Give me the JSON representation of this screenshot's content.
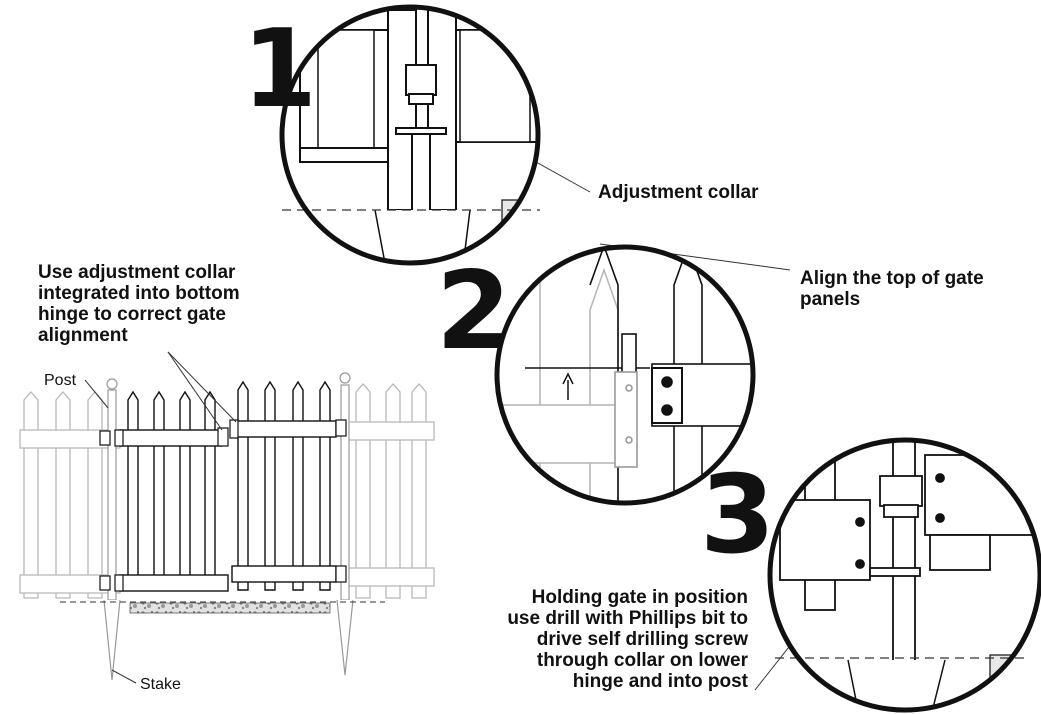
{
  "steps": {
    "one": "1",
    "two": "2",
    "three": "3"
  },
  "callouts": {
    "collar_note": "Use adjustment collar\nintegrated into bottom\nhinge to correct gate\nalignment",
    "adjustment_collar": "Adjustment collar",
    "align_top": "Align the top of gate\npanels",
    "holding": "Holding gate in position\nuse drill with Phillips bit to\ndrive self drilling screw\nthrough collar on lower\nhinge and into post"
  },
  "parts": {
    "post": "Post",
    "stake": "Stake"
  },
  "colors": {
    "ink": "#111111",
    "faded": "#b8b8b8",
    "gravel": "#888888"
  }
}
